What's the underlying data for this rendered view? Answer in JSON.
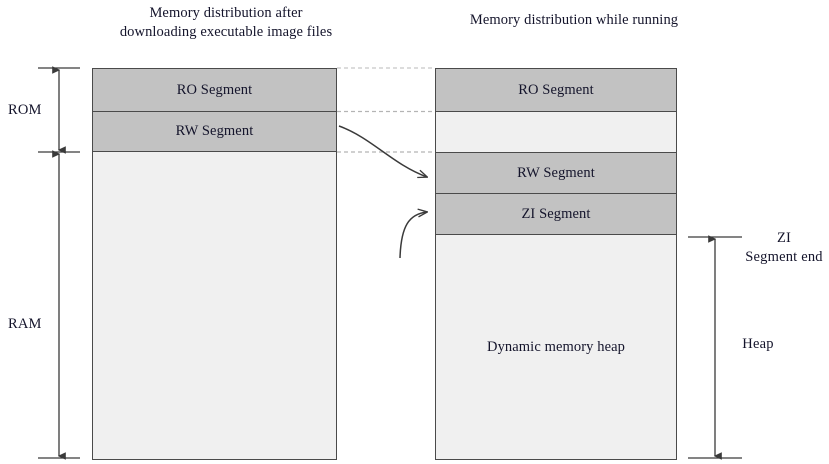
{
  "diagram": {
    "titles": {
      "left": "Memory distribution after downloading executable image files",
      "right": "Memory distribution while running"
    },
    "left_panel": {
      "label": "left-memory-map",
      "segments": [
        {
          "id": "ro",
          "label": "RO Segment",
          "fill": "#c2c2c2"
        },
        {
          "id": "rw",
          "label": "RW Segment",
          "fill": "#c2c2c2"
        },
        {
          "id": "free",
          "label": "",
          "fill": "#f0f0f0"
        }
      ]
    },
    "right_panel": {
      "label": "right-memory-map",
      "segments": [
        {
          "id": "ro",
          "label": "RO Segment",
          "fill": "#c2c2c2"
        },
        {
          "id": "gap",
          "label": "",
          "fill": "#f0f0f0"
        },
        {
          "id": "rw",
          "label": "RW Segment",
          "fill": "#c2c2c2"
        },
        {
          "id": "zi",
          "label": "ZI Segment",
          "fill": "#c2c2c2"
        },
        {
          "id": "heap",
          "label": "Dynamic memory heap",
          "fill": "#f0f0f0"
        }
      ]
    },
    "brackets": {
      "rom": "ROM",
      "ram": "RAM",
      "zi_segment_end": "ZI\nSegment end",
      "zi_segment_end_line1": "ZI",
      "zi_segment_end_line2": "Segment end",
      "heap": "Heap"
    },
    "colors": {
      "segment_gray": "#c2c2c2",
      "segment_light": "#f0f0f0",
      "border": "#4a4a4a",
      "line": "#3a3a3a",
      "dotted": "#bdbdbd",
      "text": "#14142b",
      "background": "#ffffff"
    }
  }
}
